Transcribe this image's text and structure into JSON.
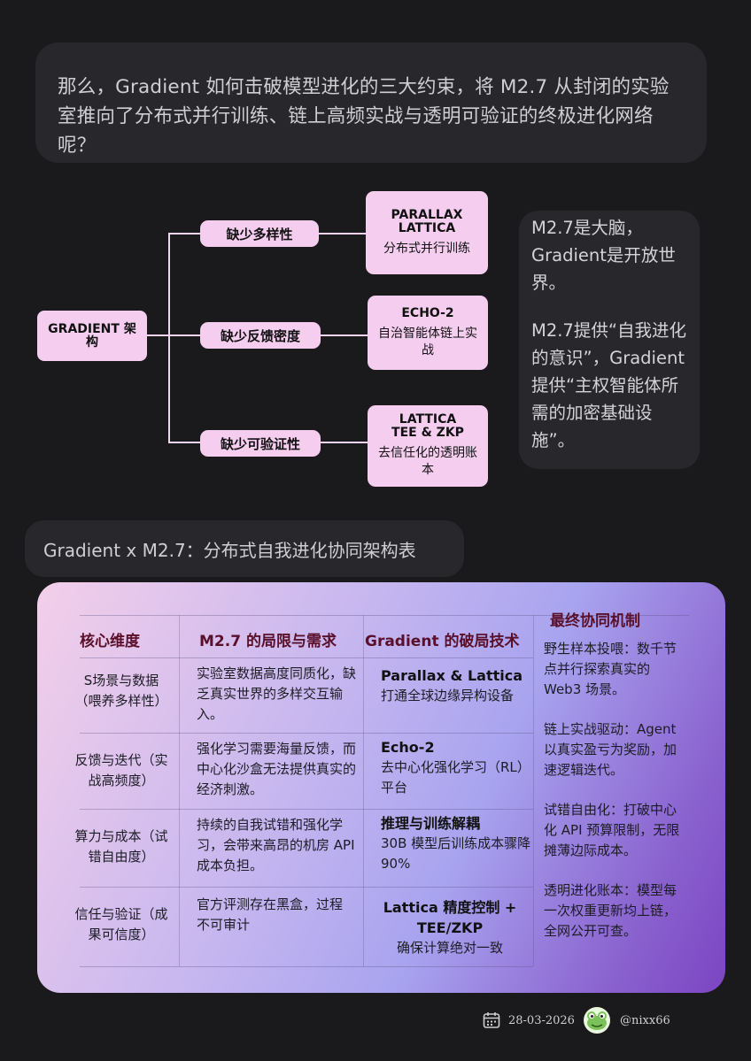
{
  "question": "那么，Gradient 如何击破模型进化的三大约束，将 M2.7 从封闭的实验室推向了分布式并行训练、链上高频实战与透明可验证的终极进化网络呢？",
  "mindmap": {
    "root": "GRADIENT 架构",
    "branches": [
      {
        "label": "缺少多样性",
        "leaf_title": "PARALLAX LATTICA",
        "leaf_desc": "分布式并行训练"
      },
      {
        "label": "缺少反馈密度",
        "leaf_title": "ECHO-2",
        "leaf_desc": "自治智能体链上实战"
      },
      {
        "label": "缺少可验证性",
        "leaf_title": "LATTICA TEE & ZKP",
        "leaf_desc": "去信任化的透明账本"
      }
    ]
  },
  "note": {
    "p1": "M2.7是大脑，Gradient是开放世界。",
    "p2": "M2.7提供“自我进化的意识”，Gradient提供“主权智能体所需的加密基础设施”。"
  },
  "section_title": "Gradient x M2.7：分布式自我进化协同架构表",
  "table": {
    "headers": [
      "核心维度",
      "M2.7 的局限与需求",
      "Gradient 的破局技术",
      "最终协同机制"
    ],
    "rows": [
      {
        "dim": "S场景与数据（喂养多样性）",
        "limit": "实验室数据高度同质化，缺乏真实世界的多样交互输入。",
        "tech_title": "Parallax & Lattica",
        "tech_desc": "打通全球边缘异构设备"
      },
      {
        "dim": "反馈与迭代（实战高频度）",
        "limit": "强化学习需要海量反馈，而中心化沙盒无法提供真实的经济刺激。",
        "tech_title": "Echo-2",
        "tech_desc": "去中心化强化学习（RL）平台"
      },
      {
        "dim": "算力与成本（试错自由度）",
        "limit": "持续的自我试错和强化学习，会带来高昂的机房 API 成本负担。",
        "tech_title": "推理与训练解耦",
        "tech_desc": "30B 模型后训练成本骤降 90%"
      },
      {
        "dim": "信任与验证（成果可信度）",
        "limit": "官方评测存在黑盒，过程不可审计",
        "tech_title": "Lattica 精度控制 + TEE/ZKP",
        "tech_desc": "确保计算绝对一致"
      }
    ],
    "mechanisms": [
      "野生样本投喂：数千节点并行探索真实的Web3 场景。",
      "链上实战驱动：Agent 以真实盈亏为奖励，加速逻辑迭代。",
      "试错自由化：打破中心化 API 预算限制，无限摊薄边际成本。",
      "透明进化账本：模型每一次权重更新均上链，全网公开可查。"
    ]
  },
  "footer": {
    "date": "28-03-2026",
    "handle": "@nixx66",
    "icons": [
      "calendar-icon",
      "frog-avatar"
    ]
  },
  "colors": {
    "background": "#1a1a1d",
    "node_pink": "#f4cdef",
    "header_text": "#5a0f2a",
    "bubble": "#28282c"
  }
}
